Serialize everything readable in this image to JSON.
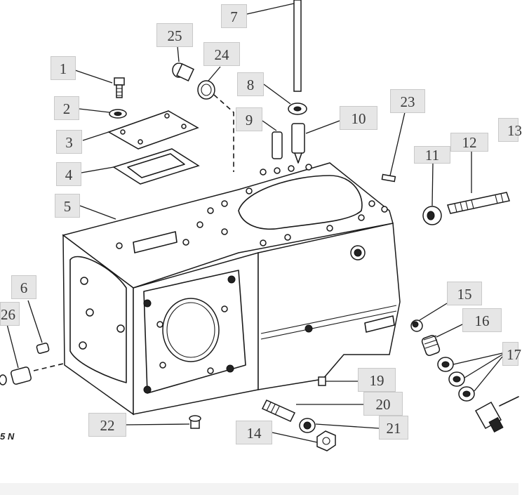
{
  "callouts": [
    {
      "id": "1",
      "label": "1"
    },
    {
      "id": "2",
      "label": "2"
    },
    {
      "id": "3",
      "label": "3"
    },
    {
      "id": "4",
      "label": "4"
    },
    {
      "id": "5",
      "label": "5"
    },
    {
      "id": "6",
      "label": "6"
    },
    {
      "id": "7",
      "label": "7"
    },
    {
      "id": "8",
      "label": "8"
    },
    {
      "id": "9",
      "label": "9"
    },
    {
      "id": "10",
      "label": "10"
    },
    {
      "id": "11",
      "label": "11"
    },
    {
      "id": "12",
      "label": "12"
    },
    {
      "id": "13",
      "label": "13"
    },
    {
      "id": "14",
      "label": "14"
    },
    {
      "id": "15",
      "label": "15"
    },
    {
      "id": "16",
      "label": "16"
    },
    {
      "id": "17",
      "label": "17"
    },
    {
      "id": "19",
      "label": "19"
    },
    {
      "id": "20",
      "label": "20"
    },
    {
      "id": "21",
      "label": "21"
    },
    {
      "id": "22",
      "label": "22"
    },
    {
      "id": "23",
      "label": "23"
    },
    {
      "id": "24",
      "label": "24"
    },
    {
      "id": "25",
      "label": "25"
    },
    {
      "id": "26",
      "label": "26"
    }
  ],
  "corner_text": "5 N",
  "colors": {
    "callout_bg": "#e6e6e6",
    "ink": "#1a1a1a",
    "background": "#ffffff"
  }
}
